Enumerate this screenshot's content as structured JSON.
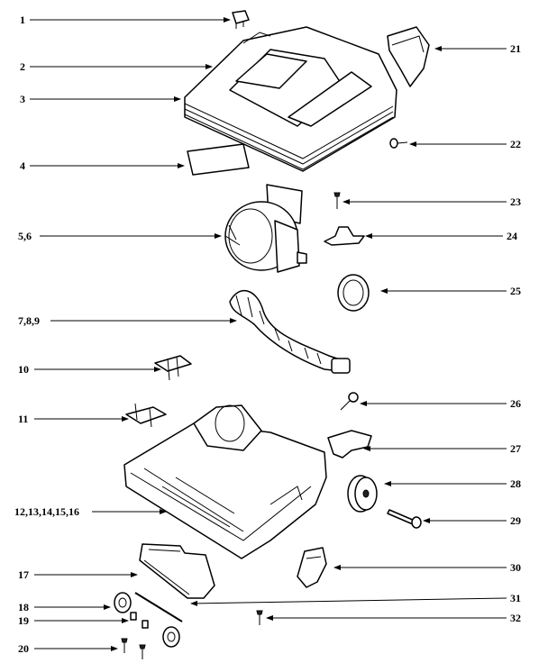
{
  "callouts": [
    {
      "id": "c1",
      "label": "1"
    },
    {
      "id": "c2",
      "label": "2"
    },
    {
      "id": "c3",
      "label": "3"
    },
    {
      "id": "c4",
      "label": "4"
    },
    {
      "id": "c5",
      "label": "5,6"
    },
    {
      "id": "c7",
      "label": "7,8,9"
    },
    {
      "id": "c10",
      "label": "10"
    },
    {
      "id": "c11",
      "label": "11"
    },
    {
      "id": "c12",
      "label": "12,13,14,15,16"
    },
    {
      "id": "c17",
      "label": "17"
    },
    {
      "id": "c18",
      "label": "18"
    },
    {
      "id": "c19",
      "label": "19"
    },
    {
      "id": "c20",
      "label": "20"
    },
    {
      "id": "c21",
      "label": "21"
    },
    {
      "id": "c22",
      "label": "22"
    },
    {
      "id": "c23",
      "label": "23"
    },
    {
      "id": "c24",
      "label": "24"
    },
    {
      "id": "c25",
      "label": "25"
    },
    {
      "id": "c26",
      "label": "26"
    },
    {
      "id": "c27",
      "label": "27"
    },
    {
      "id": "c28",
      "label": "28"
    },
    {
      "id": "c29",
      "label": "29"
    },
    {
      "id": "c30",
      "label": "30"
    },
    {
      "id": "c31",
      "label": "31"
    },
    {
      "id": "c32",
      "label": "32"
    }
  ]
}
